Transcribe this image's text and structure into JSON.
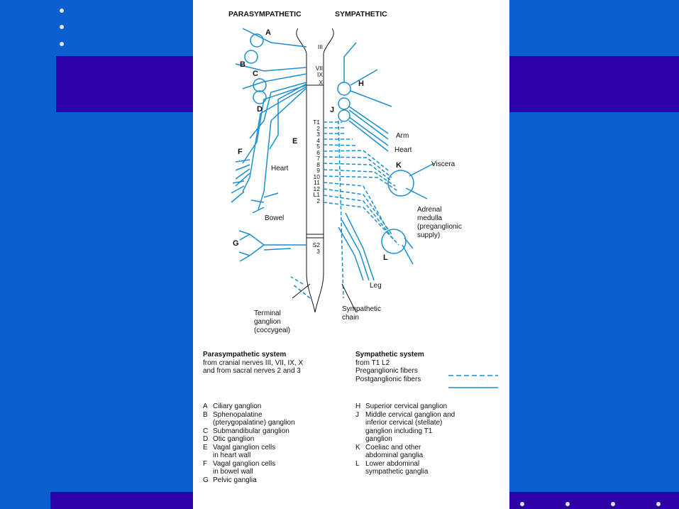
{
  "colors": {
    "background": "#0b5fd0",
    "band": "#2e00a8",
    "nerve": "#1a8fd0",
    "panel": "#ffffff"
  },
  "headers": {
    "left": "PARASYMPATHETIC",
    "right": "SYMPATHETIC"
  },
  "cranial_nerves": [
    "III",
    "VII",
    "IX",
    "X"
  ],
  "cord_levels": [
    "T1",
    "2",
    "3",
    "4",
    "5",
    "6",
    "7",
    "8",
    "9",
    "10",
    "11",
    "12",
    "L1",
    "2"
  ],
  "sacral_levels": [
    "S2",
    "3"
  ],
  "ganglion_letters": {
    "A": "A",
    "B": "B",
    "C": "C",
    "D": "D",
    "E": "E",
    "F": "F",
    "G": "G",
    "H": "H",
    "J": "J",
    "K": "K",
    "L": "L"
  },
  "labels": {
    "heart_left": "Heart",
    "bowel": "Bowel",
    "arm": "Arm",
    "heart_right": "Heart",
    "viscera": "Viscera",
    "adrenal": [
      "Adrenal",
      "medulla",
      "(preganglionic",
      "supply)"
    ],
    "leg": "Leg",
    "terminal": [
      "Terminal",
      "ganglion",
      "(coccygeal)"
    ],
    "sympathetic_chain": [
      "Sympathetic",
      "chain"
    ]
  },
  "legend": {
    "para_title": "Parasympathetic system",
    "para_lines": [
      "from cranial nerves III, VII, IX, X",
      "and from sacral nerves 2 and 3"
    ],
    "symp_title": "Sympathetic system",
    "symp_from": "from  T1 L2",
    "pre": "Preganglionic fibers",
    "post": "Postganglionic fibers",
    "para_items": [
      {
        "k": "A",
        "t": [
          "Ciliary ganglion"
        ]
      },
      {
        "k": "B",
        "t": [
          "Sphenopalatine",
          "(pterygopalatine) ganglion"
        ]
      },
      {
        "k": "C",
        "t": [
          "Submandibular ganglion"
        ]
      },
      {
        "k": "D",
        "t": [
          "Otic ganglion"
        ]
      },
      {
        "k": "E",
        "t": [
          "Vagal ganglion cells",
          "in heart wall"
        ]
      },
      {
        "k": "F",
        "t": [
          "Vagal ganglion cells",
          "in bowel wall"
        ]
      },
      {
        "k": "G",
        "t": [
          "Pelvic ganglia"
        ]
      }
    ],
    "symp_items": [
      {
        "k": "H",
        "t": [
          "Superior cervical ganglion"
        ]
      },
      {
        "k": "J",
        "t": [
          "Middle cervical ganglion and",
          "inferior cervical (stellate)",
          "ganglion including T1",
          "ganglion"
        ]
      },
      {
        "k": "K",
        "t": [
          "Coeliac and other",
          "abdominal ganglia"
        ]
      },
      {
        "k": "L",
        "t": [
          "Lower abdominal",
          "sympathetic ganglia"
        ]
      }
    ]
  }
}
